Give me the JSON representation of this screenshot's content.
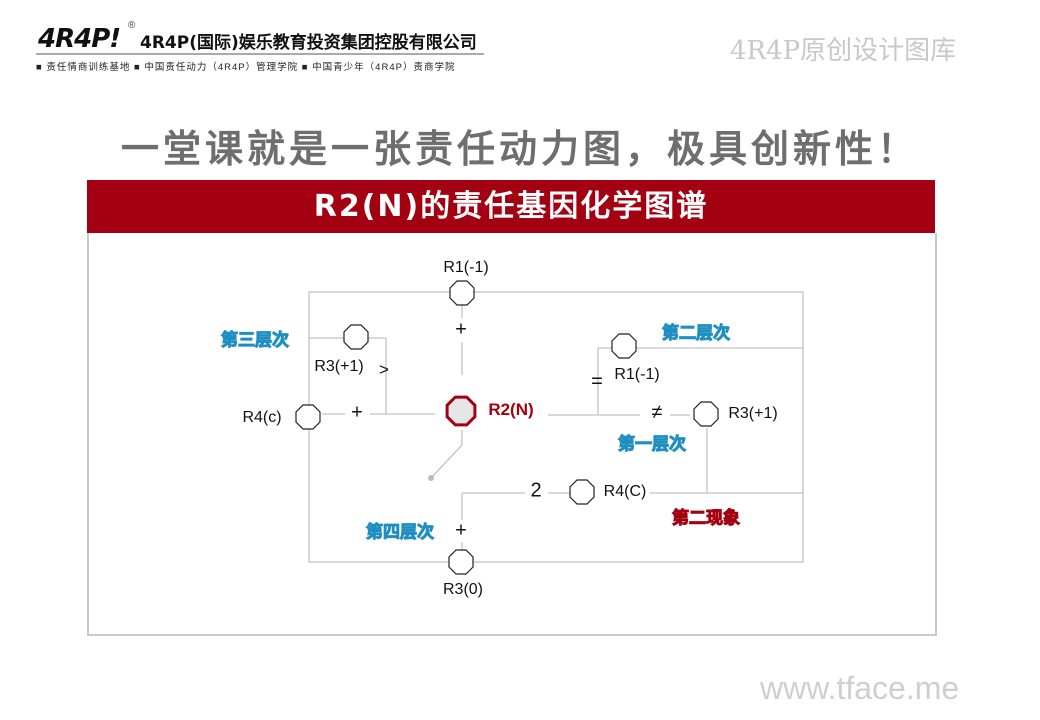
{
  "header": {
    "logo_text": "4R4P!",
    "registered": "®",
    "company": "4R4P(国际)娱乐教育投资集团控股有限公司",
    "subtitle": "■ 责任情商训练基地  ■ 中国责任动力（4R4P）管理学院  ■ 中国青少年（4R4P）责商学院"
  },
  "watermark_top": "4R4P原创设计图库",
  "watermark_bottom": "www.tface.me",
  "headline": "一堂课就是一张责任动力图，极具创新性！",
  "banner": "R2(N)的责任基因化学图谱",
  "diagram": {
    "nodes": {
      "top": "R1(-1)",
      "center": "R2(N)",
      "left_upper": "R3(+1)",
      "left": "R4(c)",
      "right_upper": "R1(-1)",
      "right": "R3(+1)",
      "bottom_mid": "R4(C)",
      "bottom": "R3(0)"
    },
    "operators": {
      "top": "+",
      "left": "+",
      "left_upper": ">",
      "right_upper": "=",
      "right": "≠",
      "bottom_mid": "2",
      "bottom": "+"
    },
    "layers": {
      "third": "第三层次",
      "second": "第二层次",
      "first": "第一层次",
      "phenomenon": "第二现象",
      "fourth": "第四层次"
    },
    "colors": {
      "accent": "#a30012",
      "layer_blue": "#1e8fc0"
    }
  }
}
